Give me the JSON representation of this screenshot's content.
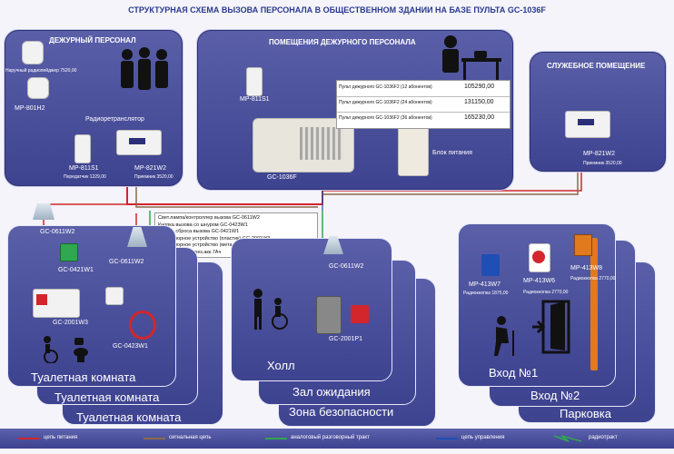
{
  "title": "СТРУКТУРНАЯ СХЕМА ВЫЗОВА ПЕРСОНАЛА В ОБЩЕСТВЕННОМ ЗДАНИИ НА БАЗЕ ПУЛЬТА GC-1036F",
  "panels": {
    "duty_staff": {
      "header": "ДЕЖУРНЫЙ ПЕРСОНАЛ",
      "pager_label": "Наручный радиопейджер 7520,00",
      "pager_model": "MP-801H2",
      "retransmitter": "Радиоретранслятор",
      "mp811_model": "MP-811S1",
      "mp811_price": "Передатчик 1229,00",
      "mp821_model": "MP-821W2",
      "mp821_price": "Приемник   3520,00"
    },
    "duty_rooms": {
      "header": "ПОМЕЩЕНИЯ ДЕЖУРНОГО ПЕРСОНАЛА",
      "mp811_model": "MP-811S1",
      "console_model": "GC-1036F",
      "psu_label": "Блок питания",
      "price_table": [
        {
          "name": "Пульт дежурного GC-1036F2 (12 абонентов)",
          "price": "105290,00"
        },
        {
          "name": "Пульт дежурного GC-1036F2 (24 абонентов)",
          "price": "131150,00"
        },
        {
          "name": "Пульт дежурного GC-1036F2 (36 абонентов)",
          "price": "165230,00"
        }
      ]
    },
    "service_room": {
      "header": "СЛУЖЕБНОЕ ПОМЕЩЕНИЕ",
      "model": "MP-821W2",
      "price": "Приемник   3520,00"
    }
  },
  "components_list": [
    "Свет.лампа/контроллер вызова GC-0611W2",
    "Кнопка вызова со шнуром GC-0423W1",
    "Кнопка сброса вызова GC-0421W1",
    "Переговорное устройство (пластик) GC-2001W3",
    "Переговорное устройство (металл) GC-2001P 4",
    "Блок питания с рез.акк.7Ач"
  ],
  "toilet": {
    "lamp1": "GC-0611W2",
    "lamp2": "GC-0611W2",
    "reset": "GC-0421W1",
    "intercom": "GC-2001W3",
    "cord": "GC-0423W1",
    "rooms": [
      "Туалетная комната",
      "Туалетная комната",
      "Туалетная комната"
    ]
  },
  "hall": {
    "lamp": "GC-0611W2",
    "intercom": "GC-2001P1",
    "rooms": [
      "Холл",
      "Зал ожидания",
      "Зона безопасности"
    ]
  },
  "entrance": {
    "btn1_model": "MP-413W7",
    "btn1_price": "Радиокнопка 1875,00",
    "btn2_model": "MP-413W6",
    "btn2_price": "Радиокнопка 2770,00",
    "btn3_model": "MP-413W8",
    "btn3_price": "Радиокнопка 2770,00",
    "rooms": [
      "Вход №1",
      "Вход №2",
      "Парковка"
    ]
  },
  "legend": {
    "items": [
      {
        "label": "цепь питания",
        "color": "#d2262c"
      },
      {
        "label": "сигнальная цепь",
        "color": "#8c6a4a"
      },
      {
        "label": "аналоговый разговорный тракт",
        "color": "#2fa84f"
      },
      {
        "label": "цепь управления",
        "color": "#1f4fb5"
      },
      {
        "label": "радиотракт",
        "color": "#2fa84f"
      }
    ]
  }
}
